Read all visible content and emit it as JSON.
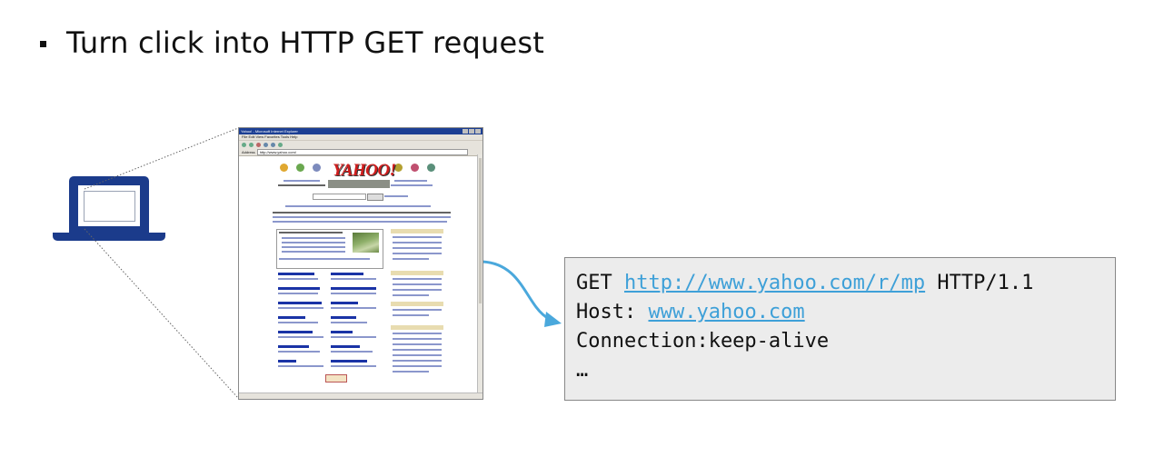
{
  "heading": {
    "text": "Turn click into HTTP GET request"
  },
  "browser": {
    "window_title": "Yahoo! - Microsoft Internet Explorer",
    "menu": "File  Edit  View  Favorites  Tools  Help",
    "address_label": "Address",
    "address_value": "http://www.yahoo.com/",
    "logo": "YAHOO!"
  },
  "request": {
    "line1_method": "GET ",
    "line1_url": "http://www.yahoo.com/r/mp",
    "line1_version": " HTTP/1.1",
    "line2_label": "Host: ",
    "line2_host": "www.yahoo.com",
    "line3": "Connection:keep-alive",
    "line4": "…"
  },
  "colors": {
    "laptop": "#1b3b8b",
    "arrow": "#4aa8dc",
    "link": "#3ea0d8",
    "box_background": "#ececec"
  },
  "icons": {
    "laptop": "laptop-icon",
    "bullet": "square-bullet"
  }
}
